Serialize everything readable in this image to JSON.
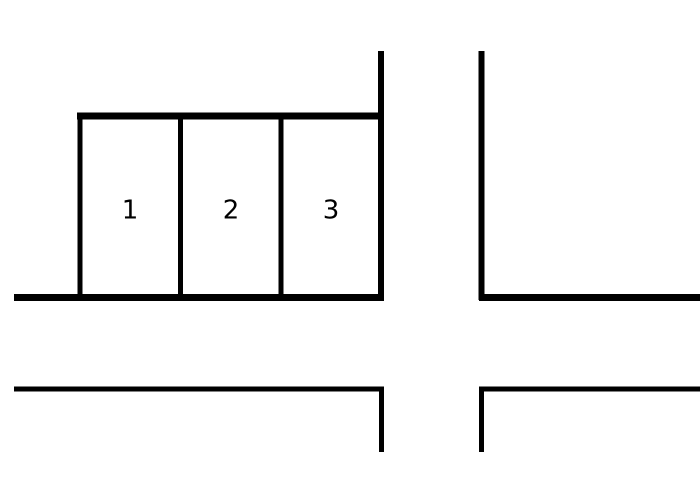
{
  "diagram": {
    "line_color": "#000000",
    "background": "#ffffff",
    "parking_spaces": [
      {
        "label": "1"
      },
      {
        "label": "2"
      },
      {
        "label": "3"
      }
    ]
  }
}
